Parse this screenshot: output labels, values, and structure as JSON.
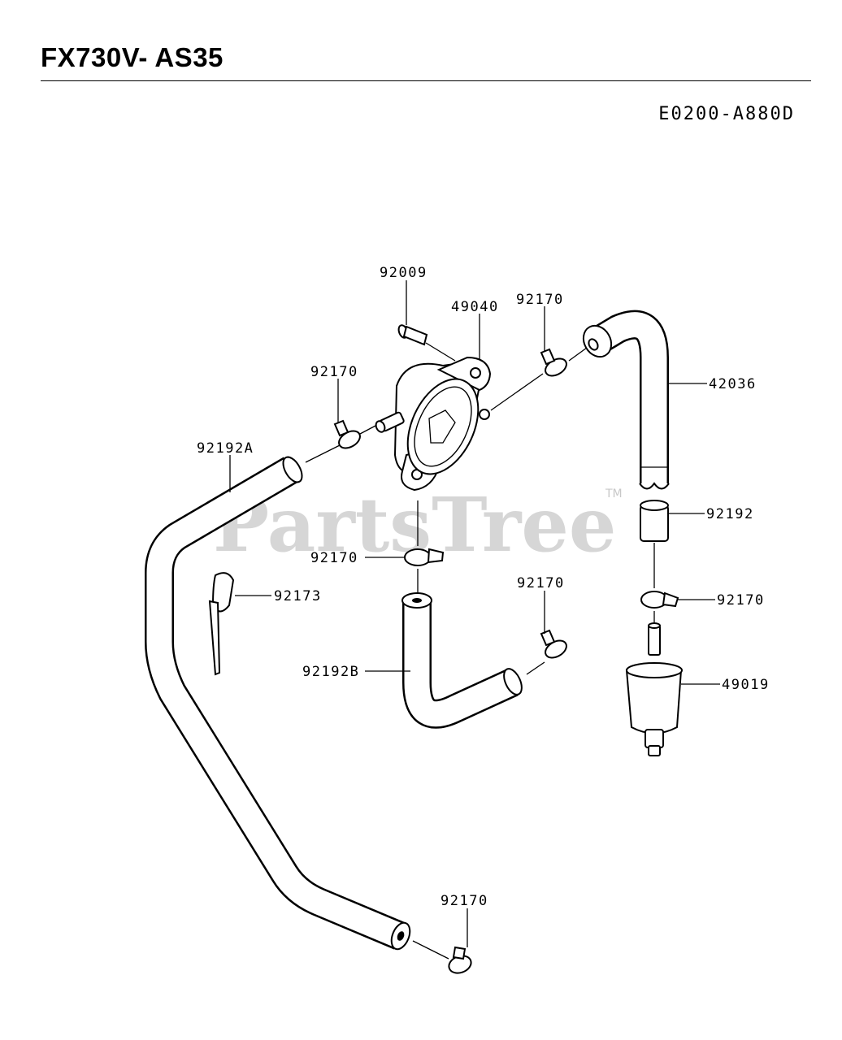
{
  "header": {
    "title": "FX730V- AS35",
    "code": "E0200-A880D"
  },
  "watermark": {
    "text": "PartsTree",
    "trademark": "TM"
  },
  "callouts": [
    {
      "id": "92009",
      "label": "92009"
    },
    {
      "id": "49040",
      "label": "49040"
    },
    {
      "id": "92170-top",
      "label": "92170"
    },
    {
      "id": "42036",
      "label": "42036"
    },
    {
      "id": "92170-left",
      "label": "92170"
    },
    {
      "id": "92192A",
      "label": "92192A"
    },
    {
      "id": "92192",
      "label": "92192"
    },
    {
      "id": "92170-mid",
      "label": "92170"
    },
    {
      "id": "92170-right",
      "label": "92170"
    },
    {
      "id": "92173",
      "label": "92173"
    },
    {
      "id": "92170-center",
      "label": "92170"
    },
    {
      "id": "92192B",
      "label": "92192B"
    },
    {
      "id": "49019",
      "label": "49019"
    },
    {
      "id": "92170-bottom",
      "label": "92170"
    }
  ]
}
